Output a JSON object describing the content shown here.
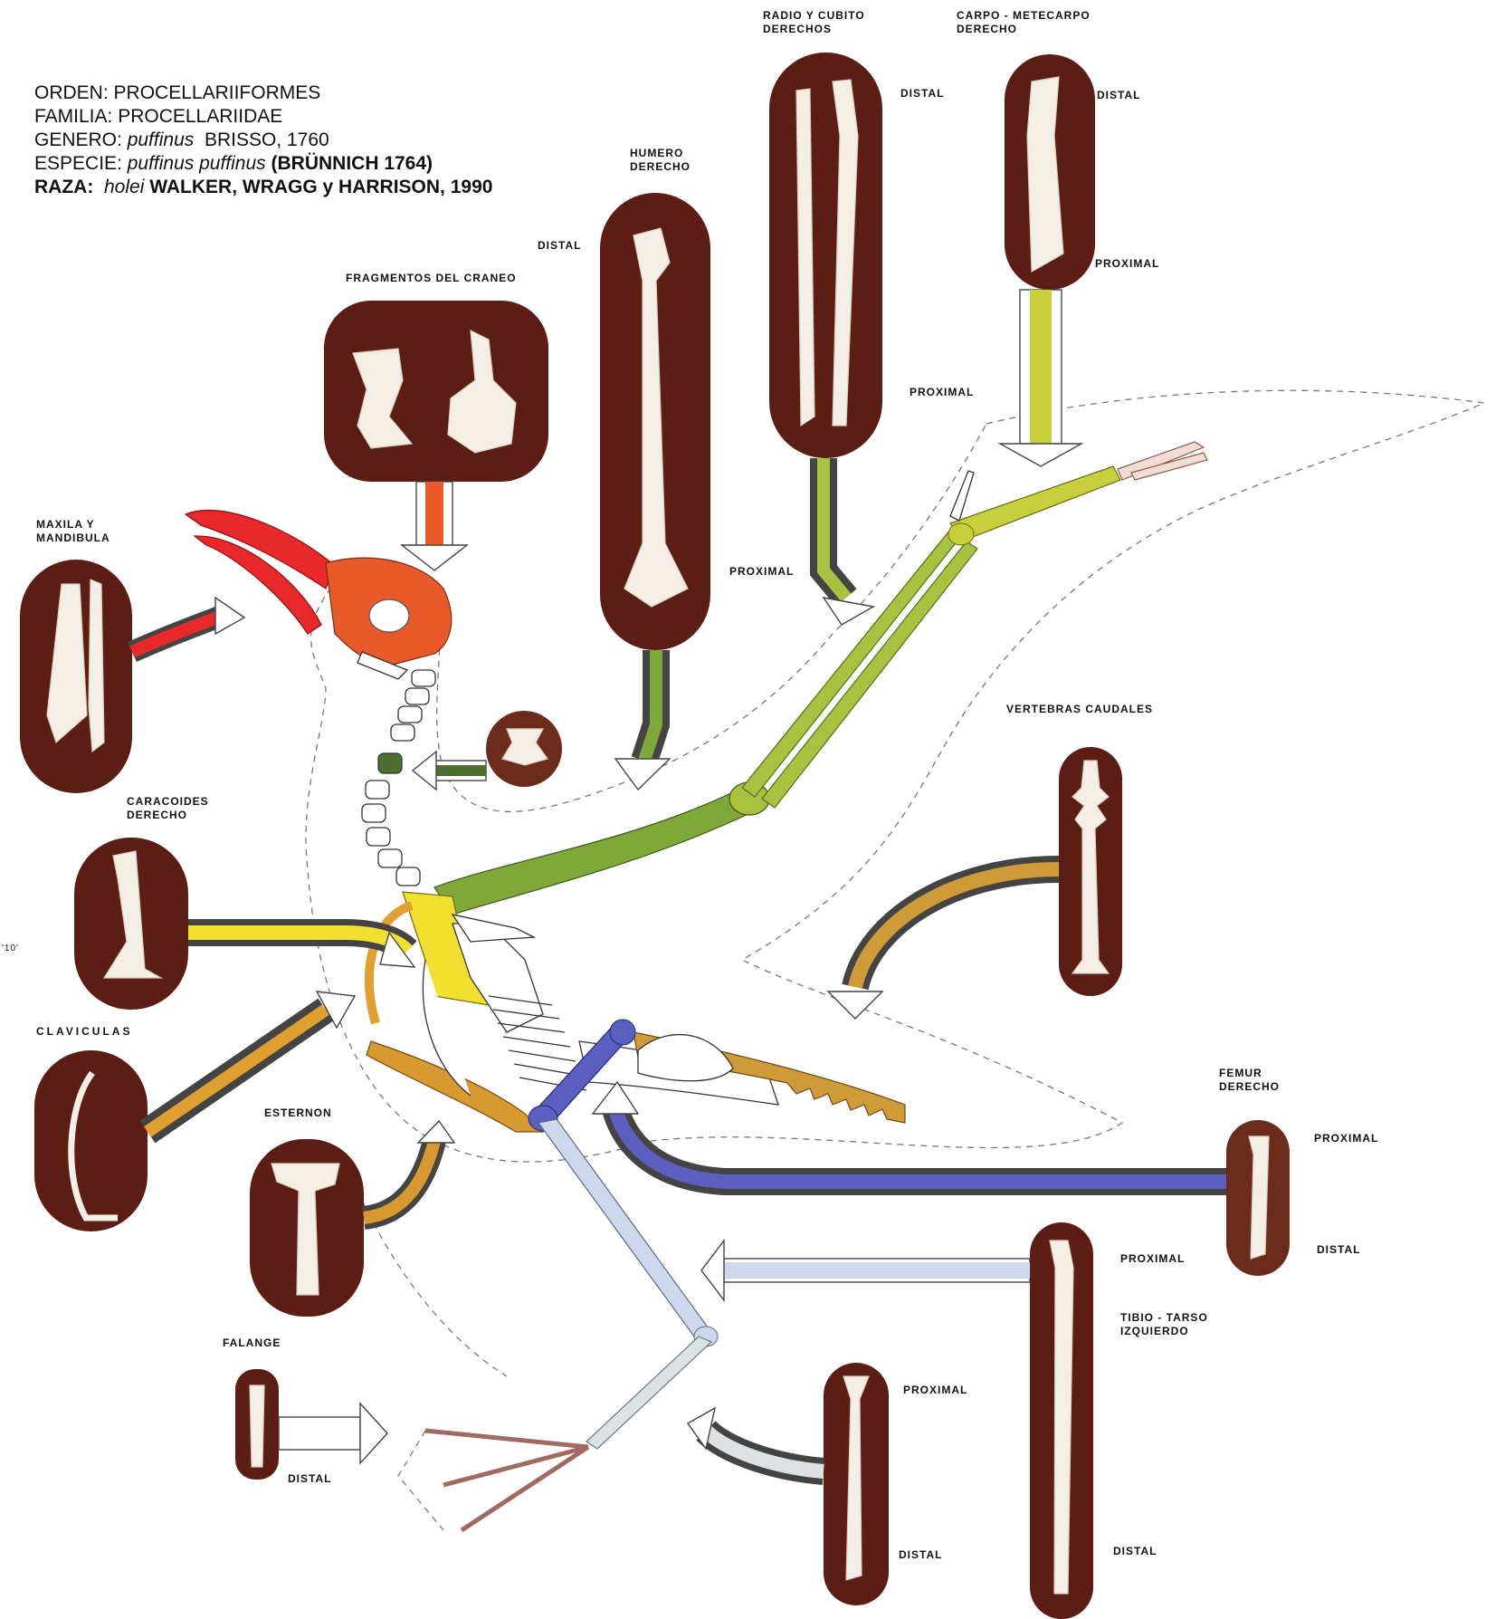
{
  "taxonomy": {
    "orden_key": "ORDEN:",
    "orden_val": "PROCELLARIIFORMES",
    "familia_key": "FAMILIA:",
    "familia_val": "PROCELLARIIDAE",
    "genero_key": "GENERO:",
    "genero_sp": "puffinus",
    "genero_auth": "BRISSO, 1760",
    "especie_key": "ESPECIE:",
    "especie_sp": "puffinus puffinus",
    "especie_auth": "(BRÜNNICH 1764)",
    "raza_key": "RAZA:",
    "raza_sp": "holei",
    "raza_auth": "WALKER, WRAGG y HARRISON, 1990"
  },
  "labels": {
    "radio": "RADIO Y CUBITO\nDERECHOS",
    "carpo": "CARPO - METECARPO\nDERECHO",
    "humero": "HUMERO\nDERECHO",
    "craneo": "FRAGMENTOS DEL CRANEO",
    "maxila": "MAXILA Y\nMANDIBULA",
    "caracoides": "CARACOIDES\nDERECHO",
    "claviculas": "CLAVICULAS",
    "esternon": "ESTERNON",
    "falange": "FALANGE",
    "vertebras": "VERTEBRAS CAUDALES",
    "femur": "FEMUR\nDERECHO",
    "tibio": "TIBIO - TARSO\nIZQUIERDO",
    "stray": "'10'"
  },
  "ends": {
    "radio_distal": "DISTAL",
    "radio_proximal": "PROXIMAL",
    "carpo_distal": "DISTAL",
    "carpo_proximal": "PROXIMAL",
    "humero_distal": "DISTAL",
    "humero_proximal": "PROXIMAL",
    "femur_proximal": "PROXIMAL",
    "femur_distal": "DISTAL",
    "tibio_proximal": "PROXIMAL",
    "tibio_distal": "DISTAL",
    "tarso_proximal": "PROXIMAL",
    "tarso_distal": "DISTAL",
    "falange_distal": "DISTAL"
  },
  "colors": {
    "maxila": "#e8282a",
    "craneo": "#e85a2a",
    "cervical": "#4e6e30",
    "humero": "#7fa83a",
    "radio": "#a8c240",
    "carpo": "#c8cf3c",
    "caracoides": "#f2e030",
    "claviculas": "#e0a030",
    "esternon": "#d89a30",
    "vertebras": "#cf9a38",
    "femur": "#5a5fc0",
    "tibio": "#cdd8ec",
    "tarso": "#dce2e4",
    "panel": "#5c1e14"
  }
}
